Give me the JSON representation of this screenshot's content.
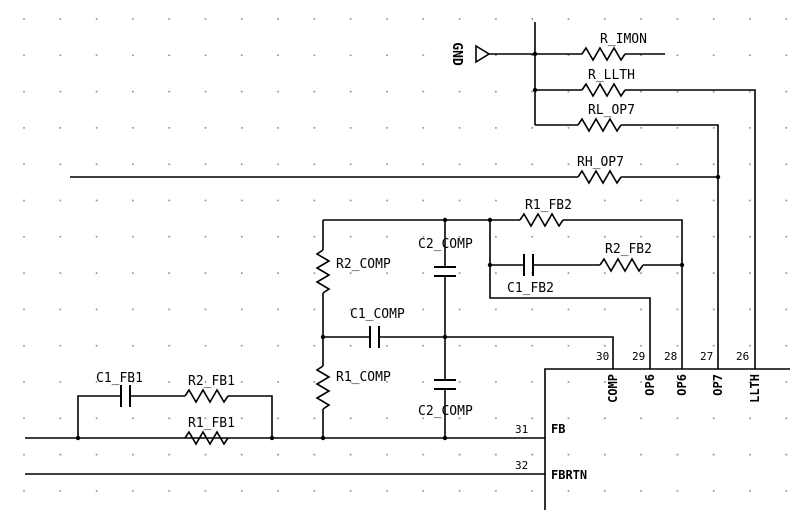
{
  "power": {
    "gnd_label": "GND"
  },
  "resistors": {
    "r_imon": "R_IMON",
    "r_llth": "R_LLTH",
    "rl_op7": "RL_OP7",
    "rh_op7": "RH_OP7",
    "r1_fb2": "R1_FB2",
    "r2_fb2": "R2_FB2",
    "r2_comp": "R2_COMP",
    "r1_comp": "R1_COMP",
    "r2_fb1": "R2_FB1",
    "r1_fb1": "R1_FB1"
  },
  "capacitors": {
    "c2_comp_top": "C2_COMP",
    "c2_comp_bottom": "C2_COMP",
    "c1_comp": "C1_COMP",
    "c1_fb2": "C1_FB2",
    "c1_fb1": "C1_FB1"
  },
  "ic_pins": [
    {
      "id": "pin-30",
      "number": "30",
      "name": "COMP"
    },
    {
      "id": "pin-29",
      "number": "29",
      "name": "OP6"
    },
    {
      "id": "pin-28",
      "number": "28",
      "name": "OP6"
    },
    {
      "id": "pin-27",
      "number": "27",
      "name": "OP7"
    },
    {
      "id": "pin-26",
      "number": "26",
      "name": "LLTH"
    },
    {
      "id": "pin-31",
      "number": "31",
      "name": "FB"
    },
    {
      "id": "pin-32",
      "number": "32",
      "name": "FBRTN"
    }
  ]
}
